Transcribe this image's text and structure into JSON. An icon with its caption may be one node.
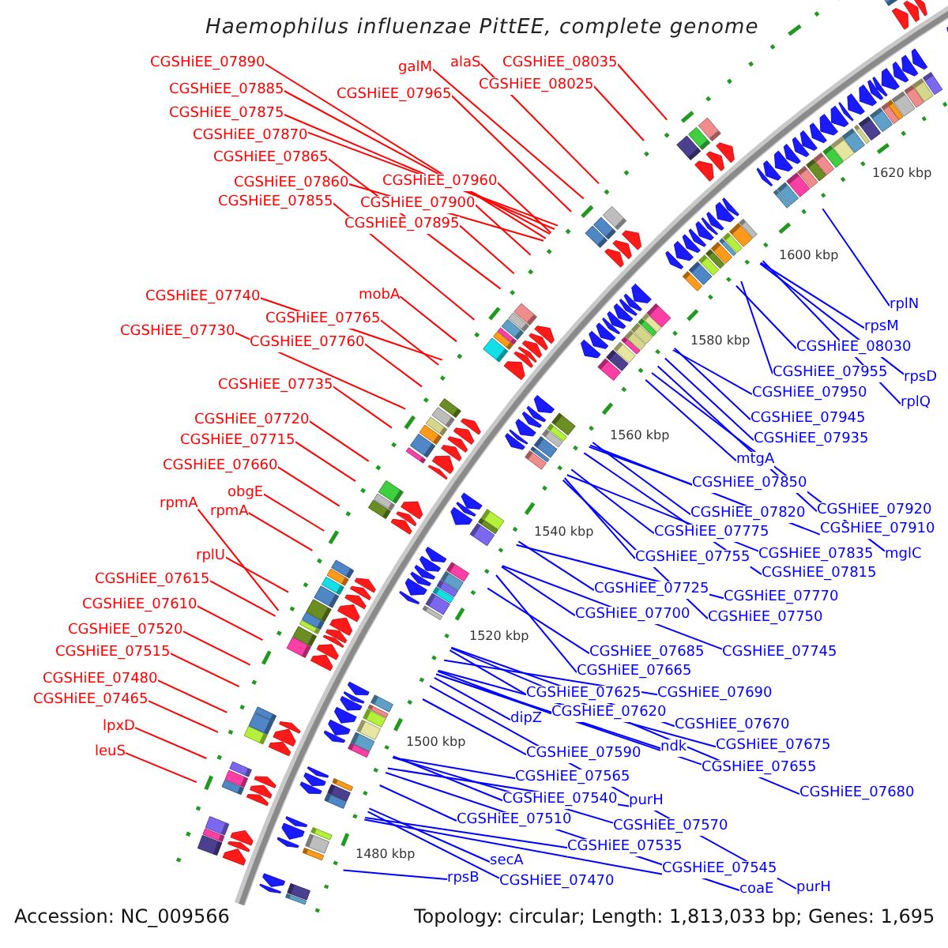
{
  "diagram": {
    "title": "Haemophilus influenzae PittEE, complete genome",
    "nodes": [
      {
        "text": [
          "CGSHiEE_07890"
        ]
      },
      {
        "text": [
          "galM"
        ]
      },
      {
        "text": [
          "alaS"
        ]
      },
      {
        "text": [
          "CGSHiEE_08035"
        ]
      },
      {
        "text": [
          "CGSHiEE_08025"
        ]
      },
      {
        "text": [
          "CGSHiEE_07885"
        ]
      },
      {
        "text": [
          "CGSHiEE_07965"
        ]
      },
      {
        "text": [
          "CGSHiEE_07875"
        ]
      },
      {
        "text": [
          "CGSHiEE_07870"
        ]
      },
      {
        "text": [
          "CGSHiEE_07865"
        ]
      },
      {
        "text": [
          "CGSHiEE_07960"
        ]
      },
      {
        "text": [
          "CGSHiEE_07860"
        ]
      },
      {
        "text": [
          "CGSHiEE_07855"
        ]
      },
      {
        "text": [
          "CGSHiEE_07900"
        ]
      },
      {
        "text": [
          "CGSHiEE_07895"
        ]
      },
      {
        "text": [
          "CGSHiEE_07740"
        ]
      },
      {
        "text": [
          "mobA"
        ]
      },
      {
        "text": [
          "rplN"
        ]
      },
      {
        "text": [
          "CGSHiEE_07765"
        ]
      },
      {
        "text": [
          "rpsM"
        ]
      },
      {
        "text": [
          "CGSHiEE_07730"
        ]
      },
      {
        "text": [
          "CGSHiEE_07760"
        ]
      },
      {
        "text": [
          "CGSHiEE_08030"
        ]
      },
      {
        "text": [
          "CGSHiEE_07955"
        ]
      },
      {
        "text": [
          "rpsD"
        ]
      },
      {
        "text": [
          "CGSHiEE_07735"
        ]
      },
      {
        "text": [
          "CGSHiEE_07950"
        ]
      },
      {
        "text": [
          "rplQ"
        ]
      },
      {
        "text": [
          "CGSHiEE_07945"
        ]
      },
      {
        "text": [
          "CGSHiEE_07720"
        ]
      },
      {
        "text": [
          "CGSHiEE_07935"
        ]
      },
      {
        "text": [
          "CGSHiEE_07715"
        ]
      },
      {
        "text": [
          "mtgA"
        ]
      },
      {
        "text": [
          "CGSHiEE_07660"
        ]
      },
      {
        "text": [
          "CGSHiEE_07850"
        ]
      },
      {
        "text": [
          "obgE"
        ]
      },
      {
        "text": [
          "rpmA"
        ]
      },
      {
        "text": [
          "CGSHiEE_07920"
        ]
      },
      {
        "text": [
          "rpmA"
        ]
      },
      {
        "text": [
          "CGSHiEE_07820"
        ]
      },
      {
        "text": [
          "CGSHiEE_07910"
        ]
      },
      {
        "text": [
          "CGSHiEE_07775"
        ]
      },
      {
        "text": [
          "CGSHiEE_07835"
        ]
      },
      {
        "text": [
          "mglC"
        ]
      },
      {
        "text": [
          "rplU"
        ]
      },
      {
        "text": [
          "CGSHiEE_07755"
        ]
      },
      {
        "text": [
          "CGSHiEE_07815"
        ]
      },
      {
        "text": [
          "CGSHiEE_07615"
        ]
      },
      {
        "text": [
          "CGSHiEE_07725"
        ]
      },
      {
        "text": [
          "CGSHiEE_07770"
        ]
      },
      {
        "text": [
          "CGSHiEE_07610"
        ]
      },
      {
        "text": [
          "CGSHiEE_07700"
        ]
      },
      {
        "text": [
          "CGSHiEE_07750"
        ]
      },
      {
        "text": [
          "CGSHiEE_07520"
        ]
      },
      {
        "text": [
          "CGSHiEE_07515"
        ]
      },
      {
        "text": [
          "CGSHiEE_07685"
        ]
      },
      {
        "text": [
          "CGSHiEE_07745"
        ]
      },
      {
        "text": [
          "CGSHiEE_07665"
        ]
      },
      {
        "text": [
          "CGSHiEE_07480"
        ]
      },
      {
        "text": [
          "CGSHiEE_07625"
        ]
      },
      {
        "text": [
          "CGSHiEE_07690"
        ]
      },
      {
        "text": [
          "CGSHiEE_07465"
        ]
      },
      {
        "text": [
          "CGSHiEE_07620"
        ]
      },
      {
        "text": [
          "dipZ"
        ]
      },
      {
        "text": [
          "CGSHiEE_07670"
        ]
      },
      {
        "text": [
          "lpxD"
        ]
      },
      {
        "text": [
          "CGSHiEE_07675"
        ]
      },
      {
        "text": [
          "ndk"
        ]
      },
      {
        "text": [
          "leuS"
        ]
      },
      {
        "text": [
          "CGSHiEE_07590"
        ]
      },
      {
        "text": [
          "CGSHiEE_07655"
        ]
      },
      {
        "text": [
          "CGSHiEE_07565"
        ]
      },
      {
        "text": [
          "CGSHiEE_07680"
        ]
      },
      {
        "text": [
          "CGSHiEE_07540"
        ]
      },
      {
        "text": [
          "purH"
        ]
      },
      {
        "text": [
          "CGSHiEE_07510"
        ]
      },
      {
        "text": [
          "CGSHiEE_07570"
        ]
      },
      {
        "text": [
          "CGSHiEE_07535"
        ]
      },
      {
        "text": [
          "secA"
        ]
      },
      {
        "text": [
          "CGSHiEE_07545"
        ]
      },
      {
        "text": [
          "rpsB"
        ]
      },
      {
        "text": [
          "CGSHiEE_07470"
        ]
      },
      {
        "text": [
          "purH"
        ]
      },
      {
        "text": [
          "coaE"
        ]
      }
    ],
    "edges": [
      {
        "from": 0,
        "to": null,
        "arrow": "none",
        "color": "#ff0000"
      },
      {
        "from": 1,
        "to": null,
        "arrow": "none",
        "color": "#ff0000"
      },
      {
        "from": 2,
        "to": null,
        "arrow": "none",
        "color": "#ff0000"
      },
      {
        "from": 3,
        "to": null,
        "arrow": "none",
        "color": "#ff0000"
      },
      {
        "from": 4,
        "to": null,
        "arrow": "none",
        "color": "#ff0000"
      },
      {
        "from": 5,
        "to": null,
        "arrow": "none",
        "color": "#ff0000"
      },
      {
        "from": 6,
        "to": null,
        "arrow": "none",
        "color": "#ff0000"
      },
      {
        "from": 7,
        "to": null,
        "arrow": "none",
        "color": "#ff0000"
      },
      {
        "from": 8,
        "to": null,
        "arrow": "none",
        "color": "#ff0000"
      },
      {
        "from": 9,
        "to": null,
        "arrow": "none",
        "color": "#ff0000"
      },
      {
        "from": 10,
        "to": null,
        "arrow": "none",
        "color": "#ff0000"
      },
      {
        "from": 11,
        "to": null,
        "arrow": "none",
        "color": "#ff0000"
      },
      {
        "from": 12,
        "to": null,
        "arrow": "none",
        "color": "#ff0000"
      },
      {
        "from": 13,
        "to": null,
        "arrow": "none",
        "color": "#ff0000"
      },
      {
        "from": 14,
        "to": null,
        "arrow": "none",
        "color": "#ff0000"
      },
      {
        "from": 15,
        "to": null,
        "arrow": "none",
        "color": "#ff0000"
      },
      {
        "from": 16,
        "to": null,
        "arrow": "none",
        "color": "#ff0000"
      },
      {
        "from": 17,
        "to": null,
        "arrow": "none"
      },
      {
        "from": 18,
        "to": null,
        "arrow": "none",
        "color": "#ff0000"
      },
      {
        "from": 19,
        "to": null,
        "arrow": "none"
      },
      {
        "from": 20,
        "to": null,
        "arrow": "none",
        "color": "#ff0000"
      },
      {
        "from": 21,
        "to": null,
        "arrow": "none",
        "color": "#ff0000"
      },
      {
        "from": 22,
        "to": null,
        "arrow": "none"
      },
      {
        "from": 23,
        "to": null,
        "arrow": "none"
      },
      {
        "from": 24,
        "to": null,
        "arrow": "none"
      },
      {
        "from": 25,
        "to": null,
        "arrow": "none",
        "color": "#ff0000"
      },
      {
        "from": 26,
        "to": null,
        "arrow": "none"
      },
      {
        "from": 27,
        "to": null,
        "arrow": "none"
      },
      {
        "from": 28,
        "to": null,
        "arrow": "none"
      },
      {
        "from": 29,
        "to": null,
        "arrow": "none",
        "color": "#ff0000"
      },
      {
        "from": 30,
        "to": null,
        "arrow": "none"
      },
      {
        "from": 31,
        "to": null,
        "arrow": "none",
        "color": "#ff0000"
      },
      {
        "from": 32,
        "to": null,
        "arrow": "none"
      },
      {
        "from": 33,
        "to": null,
        "arrow": "none",
        "color": "#ff0000"
      },
      {
        "from": 34,
        "to": null,
        "arrow": "none"
      },
      {
        "from": 35,
        "to": null,
        "arrow": "none",
        "color": "#ff0000"
      },
      {
        "from": 36,
        "to": null,
        "arrow": "none",
        "color": "#ff0000"
      },
      {
        "from": 37,
        "to": null,
        "arrow": "none"
      },
      {
        "from": 38,
        "to": null,
        "arrow": "none",
        "color": "#ff0000"
      },
      {
        "from": 39,
        "to": null,
        "arrow": "none"
      },
      {
        "from": 40,
        "to": null,
        "arrow": "none"
      },
      {
        "from": 41,
        "to": null,
        "arrow": "none"
      },
      {
        "from": 42,
        "to": null,
        "arrow": "none"
      },
      {
        "from": 43,
        "to": null,
        "arrow": "none"
      },
      {
        "from": 44,
        "to": null,
        "arrow": "none",
        "color": "#ff0000"
      },
      {
        "from": 45,
        "to": null,
        "arrow": "none"
      },
      {
        "from": 46,
        "to": null,
        "arrow": "none"
      },
      {
        "from": 47,
        "to": null,
        "arrow": "none",
        "color": "#ff0000"
      },
      {
        "from": 48,
        "to": null,
        "arrow": "none"
      },
      {
        "from": 49,
        "to": null,
        "arrow": "none"
      },
      {
        "from": 50,
        "to": null,
        "arrow": "none",
        "color": "#ff0000"
      },
      {
        "from": 51,
        "to": null,
        "arrow": "none"
      },
      {
        "from": 52,
        "to": null,
        "arrow": "none"
      },
      {
        "from": 53,
        "to": null,
        "arrow": "none",
        "color": "#ff0000"
      },
      {
        "from": 54,
        "to": null,
        "arrow": "none",
        "color": "#ff0000"
      },
      {
        "from": 55,
        "to": null,
        "arrow": "none"
      },
      {
        "from": 56,
        "to": null,
        "arrow": "none"
      },
      {
        "from": 57,
        "to": null,
        "arrow": "none"
      },
      {
        "from": 58,
        "to": null,
        "arrow": "none",
        "color": "#ff0000"
      },
      {
        "from": 59,
        "to": null,
        "arrow": "none"
      },
      {
        "from": 60,
        "to": null,
        "arrow": "none"
      },
      {
        "from": 61,
        "to": null,
        "arrow": "none",
        "color": "#ff0000"
      },
      {
        "from": 62,
        "to": null,
        "arrow": "none"
      },
      {
        "from": 63,
        "to": null,
        "arrow": "none"
      },
      {
        "from": 64,
        "to": null,
        "arrow": "none"
      },
      {
        "from": 65,
        "to": null,
        "arrow": "none",
        "color": "#ff0000"
      },
      {
        "from": 66,
        "to": null,
        "arrow": "none"
      },
      {
        "from": 67,
        "to": null,
        "arrow": "none"
      },
      {
        "from": 68,
        "to": null,
        "arrow": "none",
        "color": "#ff0000"
      },
      {
        "from": 69,
        "to": null,
        "arrow": "none"
      },
      {
        "from": 70,
        "to": null,
        "arrow": "none"
      },
      {
        "from": 71,
        "to": null,
        "arrow": "none"
      },
      {
        "from": 72,
        "to": null,
        "arrow": "none"
      },
      {
        "from": 73,
        "to": null,
        "arrow": "none"
      },
      {
        "from": 74,
        "to": null,
        "arrow": "none"
      },
      {
        "from": 75,
        "to": null,
        "arrow": "none"
      },
      {
        "from": 76,
        "to": null,
        "arrow": "none"
      },
      {
        "from": 77,
        "to": null,
        "arrow": "none"
      },
      {
        "from": 78,
        "to": null,
        "arrow": "none"
      },
      {
        "from": 79,
        "to": null,
        "arrow": "none"
      },
      {
        "from": 80,
        "to": null,
        "arrow": "none"
      },
      {
        "from": 81,
        "to": null,
        "arrow": "none"
      },
      {
        "from": 82,
        "to": null,
        "arrow": "none"
      },
      {
        "from": 83,
        "to": null,
        "arrow": "none"
      }
    ],
    "labels": [
      "1620 kbp",
      "1600 kbp",
      "1580 kbp",
      "1560 kbp",
      "1540 kbp",
      "1520 kbp",
      "1500 kbp",
      "1480 kbp",
      "Accession: NC_009566",
      "Topology: circular; Length: 1,813,033 bp; Genes: 1,695"
    ]
  }
}
